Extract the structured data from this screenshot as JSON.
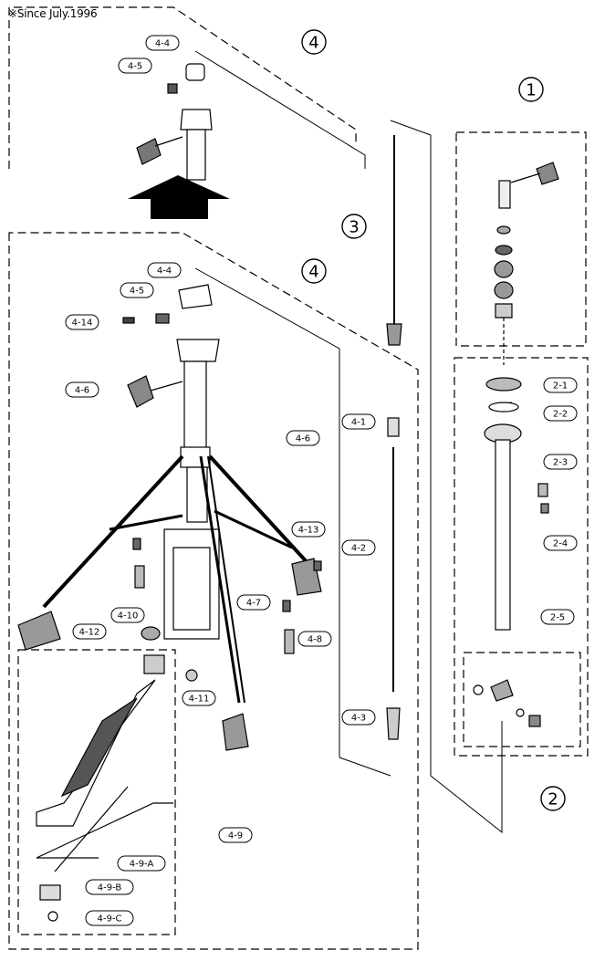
{
  "note": "※Since July.1996",
  "assemblies": [
    {
      "id": "1",
      "label": "1"
    },
    {
      "id": "2",
      "label": "2"
    },
    {
      "id": "3",
      "label": "3"
    },
    {
      "id": "4a",
      "label": "4"
    },
    {
      "id": "4b",
      "label": "4"
    }
  ],
  "parts": [
    {
      "id": "p4-4a",
      "label": "4-4"
    },
    {
      "id": "p4-5a",
      "label": "4-5"
    },
    {
      "id": "p4-4b",
      "label": "4-4"
    },
    {
      "id": "p4-5b",
      "label": "4-5"
    },
    {
      "id": "p4-14",
      "label": "4-14"
    },
    {
      "id": "p4-6a",
      "label": "4-6"
    },
    {
      "id": "p4-6b",
      "label": "4-6"
    },
    {
      "id": "p4-13",
      "label": "4-13"
    },
    {
      "id": "p4-7",
      "label": "4-7"
    },
    {
      "id": "p4-8",
      "label": "4-8"
    },
    {
      "id": "p4-10",
      "label": "4-10"
    },
    {
      "id": "p4-11",
      "label": "4-11"
    },
    {
      "id": "p4-12",
      "label": "4-12"
    },
    {
      "id": "p4-9",
      "label": "4-9"
    },
    {
      "id": "p4-9-A",
      "label": "4-9-A"
    },
    {
      "id": "p4-9-B",
      "label": "4-9-B"
    },
    {
      "id": "p4-9-C",
      "label": "4-9-C"
    },
    {
      "id": "p4-1",
      "label": "4-1"
    },
    {
      "id": "p4-2",
      "label": "4-2"
    },
    {
      "id": "p4-3",
      "label": "4-3"
    },
    {
      "id": "p2-1",
      "label": "2-1"
    },
    {
      "id": "p2-2",
      "label": "2-2"
    },
    {
      "id": "p2-3",
      "label": "2-3"
    },
    {
      "id": "p2-4",
      "label": "2-4"
    },
    {
      "id": "p2-5",
      "label": "2-5"
    }
  ]
}
